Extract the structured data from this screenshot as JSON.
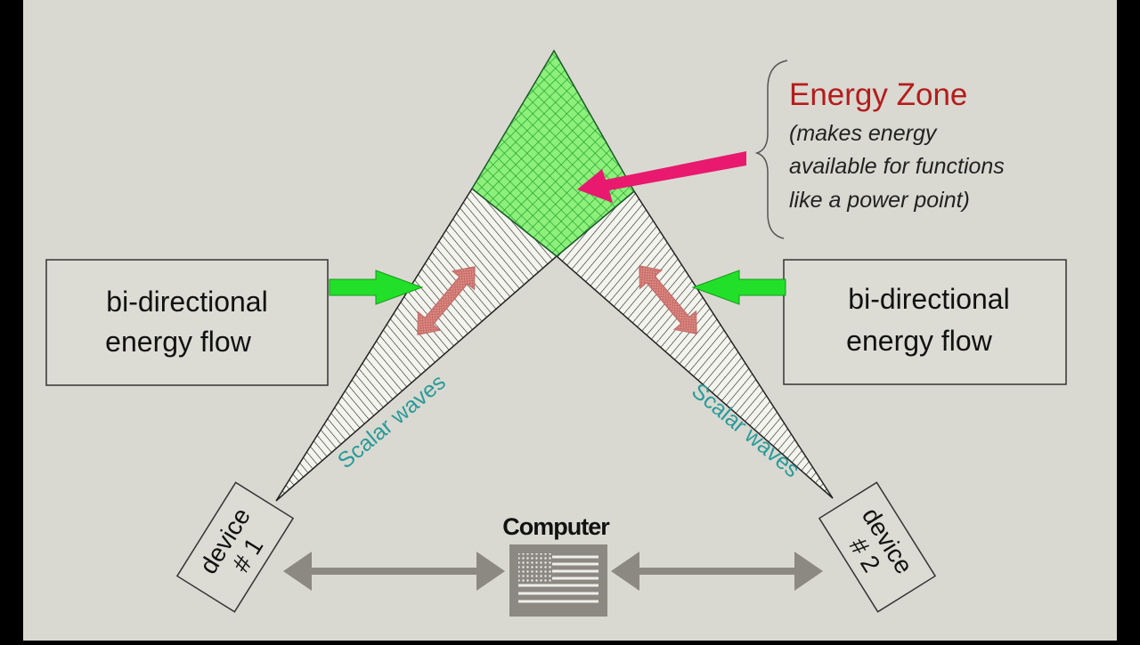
{
  "energy_zone": {
    "title": "Energy Zone",
    "desc_lines": [
      "(makes energy",
      "available for functions",
      "like a power point)"
    ]
  },
  "left_box": {
    "lines": [
      "bi-directional",
      "energy flow"
    ]
  },
  "right_box": {
    "lines": [
      "bi-directional",
      "energy flow"
    ]
  },
  "left_wave_label": "Scalar waves",
  "right_wave_label": "Scalar waves",
  "device1": {
    "lines": [
      "device",
      "# 1"
    ]
  },
  "device2": {
    "lines": [
      "device",
      "# 2"
    ]
  },
  "computer": {
    "label": "Computer"
  },
  "colors": {
    "title": "#b41c1c",
    "teal": "#2a9a9a",
    "green": "#22e02a",
    "pink": "#e8196e",
    "gray": "#8c8882",
    "bg": "#d9d9d1"
  }
}
